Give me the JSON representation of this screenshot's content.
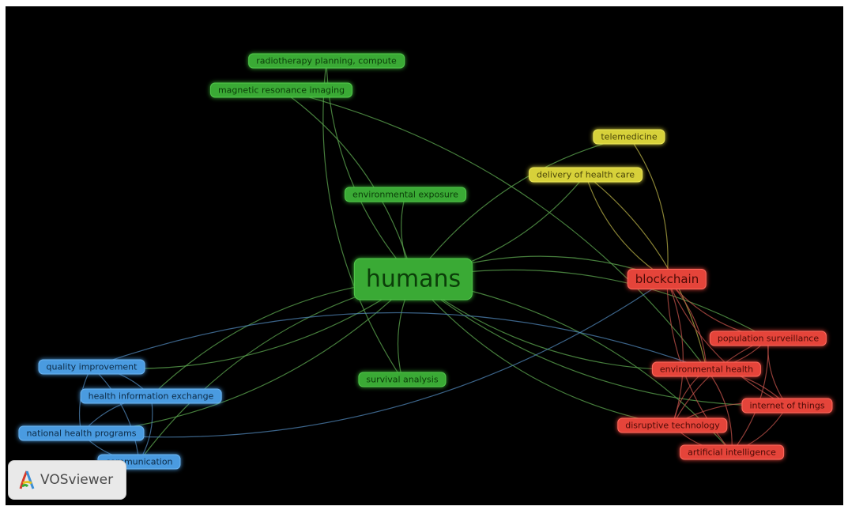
{
  "colors": {
    "background": "#000000",
    "cluster_green": "#3aaa35",
    "cluster_red": "#e5443a",
    "cluster_blue": "#4a9be0",
    "cluster_yellow": "#d7d13a"
  },
  "nodes": [
    {
      "id": "humans",
      "label": "humans",
      "cluster": "green"
    },
    {
      "id": "radiotherapy",
      "label": "radiotherapy planning, compute",
      "cluster": "green"
    },
    {
      "id": "mri",
      "label": "magnetic resonance imaging",
      "cluster": "green"
    },
    {
      "id": "envexp",
      "label": "environmental exposure",
      "cluster": "green"
    },
    {
      "id": "survival",
      "label": "survival analysis",
      "cluster": "green"
    },
    {
      "id": "telemedicine",
      "label": "telemedicine",
      "cluster": "yellow"
    },
    {
      "id": "delivery",
      "label": "delivery of health care",
      "cluster": "yellow"
    },
    {
      "id": "blockchain",
      "label": "blockchain",
      "cluster": "red"
    },
    {
      "id": "popsurv",
      "label": "population surveillance",
      "cluster": "red"
    },
    {
      "id": "envhealth",
      "label": "environmental health",
      "cluster": "red"
    },
    {
      "id": "iot",
      "label": "internet of things",
      "cluster": "red"
    },
    {
      "id": "disruptive",
      "label": "disruptive technology",
      "cluster": "red"
    },
    {
      "id": "ai",
      "label": "artificial intelligence",
      "cluster": "red"
    },
    {
      "id": "quality",
      "label": "quality improvement",
      "cluster": "blue"
    },
    {
      "id": "hie",
      "label": "health information exchange",
      "cluster": "blue"
    },
    {
      "id": "nhp",
      "label": "national health programs",
      "cluster": "blue"
    },
    {
      "id": "communication",
      "label": "communication",
      "cluster": "blue"
    }
  ],
  "links": [
    [
      "humans",
      "radiotherapy"
    ],
    [
      "humans",
      "mri"
    ],
    [
      "humans",
      "envexp"
    ],
    [
      "humans",
      "survival"
    ],
    [
      "humans",
      "telemedicine"
    ],
    [
      "humans",
      "delivery"
    ],
    [
      "humans",
      "blockchain"
    ],
    [
      "humans",
      "envhealth"
    ],
    [
      "humans",
      "popsurv"
    ],
    [
      "humans",
      "disruptive"
    ],
    [
      "humans",
      "ai"
    ],
    [
      "humans",
      "iot"
    ],
    [
      "humans",
      "quality"
    ],
    [
      "humans",
      "hie"
    ],
    [
      "humans",
      "nhp"
    ],
    [
      "humans",
      "communication"
    ],
    [
      "mri",
      "envhealth"
    ],
    [
      "radiotherapy",
      "survival"
    ],
    [
      "telemedicine",
      "blockchain"
    ],
    [
      "delivery",
      "blockchain"
    ],
    [
      "delivery",
      "envhealth"
    ],
    [
      "blockchain",
      "popsurv"
    ],
    [
      "blockchain",
      "envhealth"
    ],
    [
      "blockchain",
      "iot"
    ],
    [
      "blockchain",
      "disruptive"
    ],
    [
      "blockchain",
      "ai"
    ],
    [
      "popsurv",
      "envhealth"
    ],
    [
      "popsurv",
      "iot"
    ],
    [
      "popsurv",
      "ai"
    ],
    [
      "popsurv",
      "disruptive"
    ],
    [
      "envhealth",
      "iot"
    ],
    [
      "envhealth",
      "disruptive"
    ],
    [
      "envhealth",
      "ai"
    ],
    [
      "iot",
      "disruptive"
    ],
    [
      "iot",
      "ai"
    ],
    [
      "disruptive",
      "ai"
    ],
    [
      "quality",
      "hie"
    ],
    [
      "quality",
      "nhp"
    ],
    [
      "quality",
      "communication"
    ],
    [
      "hie",
      "nhp"
    ],
    [
      "hie",
      "communication"
    ],
    [
      "nhp",
      "communication"
    ],
    [
      "quality",
      "envhealth"
    ],
    [
      "nhp",
      "blockchain"
    ]
  ],
  "logo": {
    "text": "VOSviewer"
  }
}
